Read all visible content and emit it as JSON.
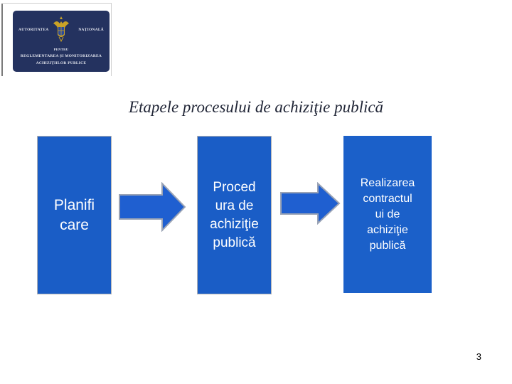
{
  "logo": {
    "line1_left": "AUTORITATEA",
    "line1_right": "NAŢIONALĂ",
    "line2": "PENTRU",
    "line3": "REGLEMENTAREA ŞI MONITORIZAREA",
    "line4": "ACHIZIŢIILOR PUBLICE",
    "colors": {
      "badge": "#24325f",
      "text": "#e9ebf3",
      "crest_gold": "#c9a227"
    }
  },
  "slide": {
    "title": "Etapele procesului de achiziţie  publică",
    "page_number": "3"
  },
  "stages": [
    {
      "lines": [
        "Planifi",
        "care"
      ]
    },
    {
      "lines": [
        "Proced",
        "ura de",
        "achiziţie",
        "publică"
      ]
    },
    {
      "lines": [
        "Realizarea",
        "contractul",
        "ui de",
        "achiziţie",
        "publică"
      ]
    }
  ],
  "colors": {
    "stage_fill": "#1a5dc6",
    "arrow_fill": "#1f5fd0",
    "arrow_stroke": "#9aa3b5"
  }
}
